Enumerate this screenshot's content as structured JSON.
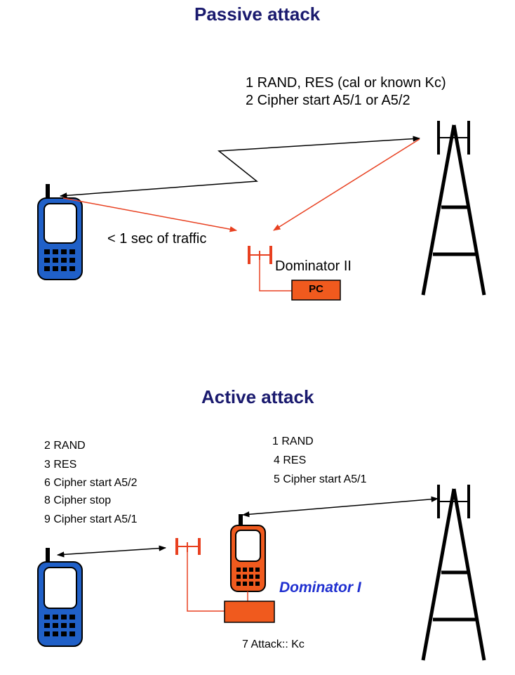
{
  "passive": {
    "title": "Passive attack",
    "steps": [
      "1  RAND, RES (cal or known Kc)",
      "2  Cipher start A5/1 or A5/2"
    ],
    "traffic_label": "< 1 sec of traffic",
    "interceptor_label": "Dominator II",
    "pc_label": "PC"
  },
  "active": {
    "title": "Active attack",
    "steps_left": [
      "2  RAND",
      "3  RES",
      "6  Cipher start A5/2",
      "8  Cipher stop",
      "9  Cipher start A5/1"
    ],
    "steps_right": [
      "1  RAND",
      "4  RES",
      "5  Cipher start A5/1"
    ],
    "interceptor_label": "Dominator I",
    "attack_label": "7 Attack:: Kc"
  },
  "colors": {
    "title": "#1a1a6e",
    "phone_blue": "#2060c8",
    "device_orange": "#f05a1e",
    "accent_red": "#e84020",
    "dominator_blue": "#1f2fd0"
  }
}
